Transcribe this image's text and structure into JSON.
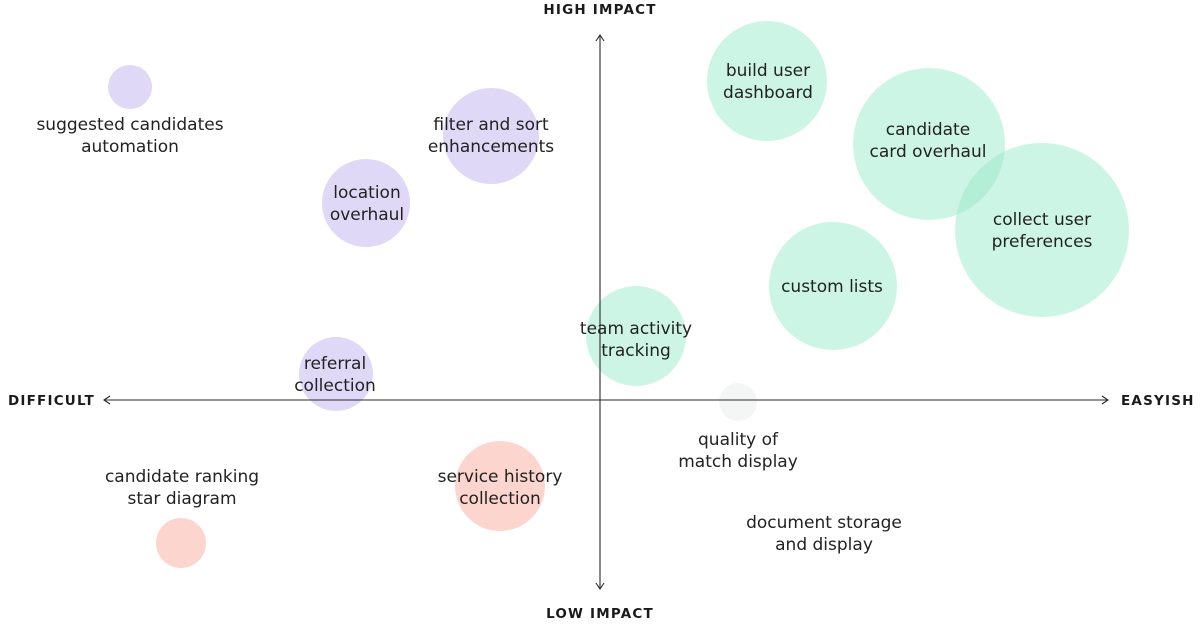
{
  "axes": {
    "top": "HIGH IMPACT",
    "bottom": "LOW IMPACT",
    "left": "DIFFICULT",
    "right": "EASYISH",
    "line_color": "#2a2a2a"
  },
  "colors": {
    "purple": "#e0d8f7",
    "green": "#cdf5e6",
    "green_overlap": "#b3efd6",
    "salmon": "#fcd5cf",
    "faint": "#f4f6f5",
    "text": "#222222"
  },
  "items": [
    {
      "id": "suggested-candidates-automation",
      "lines": [
        "suggested candidates",
        "automation"
      ],
      "color": "purple"
    },
    {
      "id": "filter-and-sort-enhancements",
      "lines": [
        "filter and sort",
        "enhancements"
      ],
      "color": "purple"
    },
    {
      "id": "location-overhaul",
      "lines": [
        "location",
        "overhaul"
      ],
      "color": "purple"
    },
    {
      "id": "referral-collection",
      "lines": [
        "referral",
        "collection"
      ],
      "color": "purple"
    },
    {
      "id": "build-user-dashboard",
      "lines": [
        "build user",
        "dashboard"
      ],
      "color": "green"
    },
    {
      "id": "candidate-card-overhaul",
      "lines": [
        "candidate",
        "card overhaul"
      ],
      "color": "green"
    },
    {
      "id": "collect-user-preferences",
      "lines": [
        "collect user",
        "preferences"
      ],
      "color": "green"
    },
    {
      "id": "custom-lists",
      "lines": [
        "custom lists"
      ],
      "color": "green"
    },
    {
      "id": "team-activity-tracking",
      "lines": [
        "team activity",
        "tracking"
      ],
      "color": "green"
    },
    {
      "id": "quality-of-match-display",
      "lines": [
        "quality of",
        "match display"
      ],
      "color": "faint"
    },
    {
      "id": "document-storage-and-display",
      "lines": [
        "document storage",
        "and display"
      ],
      "color": "none"
    },
    {
      "id": "candidate-ranking-star-diagram",
      "lines": [
        "candidate ranking",
        "star diagram"
      ],
      "color": "salmon"
    },
    {
      "id": "service-history-collection",
      "lines": [
        "service history",
        "collection"
      ],
      "color": "salmon"
    }
  ]
}
